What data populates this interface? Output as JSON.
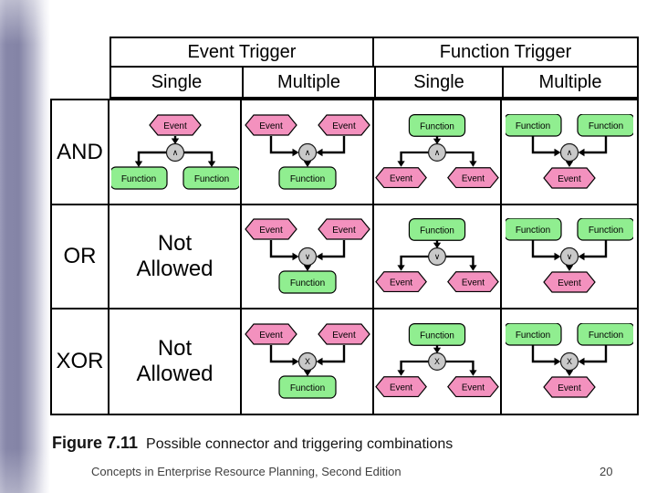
{
  "header": {
    "groups": [
      {
        "label": "Event Trigger",
        "cols": [
          "Single",
          "Multiple"
        ]
      },
      {
        "label": "Function Trigger",
        "cols": [
          "Single",
          "Multiple"
        ]
      }
    ]
  },
  "matrix": {
    "rows": [
      {
        "label": "AND",
        "symbol": "∧",
        "cells": [
          {
            "kind": "split",
            "top": "event",
            "bottom": "function"
          },
          {
            "kind": "join",
            "top": "event",
            "bottom": "function"
          },
          {
            "kind": "split",
            "top": "function",
            "bottom": "event"
          },
          {
            "kind": "join",
            "top": "function",
            "bottom": "event"
          }
        ]
      },
      {
        "label": "OR",
        "symbol": "∨",
        "cells": [
          {
            "kind": "not-allowed"
          },
          {
            "kind": "join",
            "top": "event",
            "bottom": "function"
          },
          {
            "kind": "split",
            "top": "function",
            "bottom": "event"
          },
          {
            "kind": "join",
            "top": "function",
            "bottom": "event"
          }
        ]
      },
      {
        "label": "XOR",
        "symbol": "X",
        "cells": [
          {
            "kind": "not-allowed"
          },
          {
            "kind": "join",
            "top": "event",
            "bottom": "function"
          },
          {
            "kind": "split",
            "top": "function",
            "bottom": "event"
          },
          {
            "kind": "join",
            "top": "function",
            "bottom": "event"
          }
        ]
      }
    ]
  },
  "node_labels": {
    "event": "Event",
    "function": "Function"
  },
  "not_allowed_lines": [
    "Not",
    "Allowed"
  ],
  "caption": {
    "figure_label": "Figure 7.11",
    "text": "Possible connector and triggering combinations"
  },
  "footer": {
    "text": "Concepts in Enterprise Resource Planning, Second Edition",
    "page_number": "20"
  },
  "colors": {
    "event_fill": "#F391BE",
    "function_fill": "#90EE90",
    "connector_fill": "#C9C9C9",
    "sidebar": "#8686A8"
  }
}
